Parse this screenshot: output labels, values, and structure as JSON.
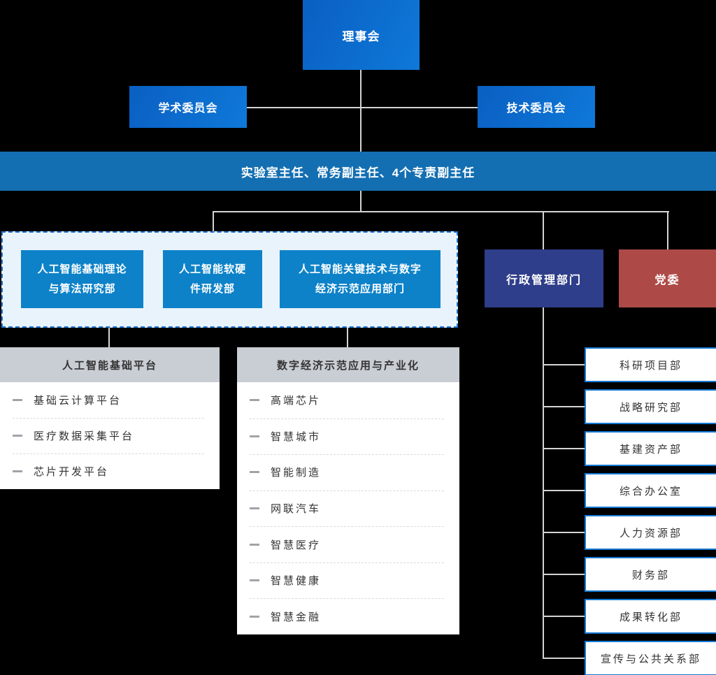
{
  "colors": {
    "background": "#000000",
    "board_gradient_start": "#0a5fc2",
    "board_gradient_end": "#0e79d9",
    "directors_bar_blue": "#146fb2",
    "dept_blue": "#0d82c8",
    "dashed_container_bg": "#e9f3fb",
    "dashed_border_blue": "#1f74d4",
    "admin_navy": "#2f3e8a",
    "party_red": "#ad4a47",
    "panel_header_gray": "#c9cdd4",
    "connector_gray": "#d4d4d4",
    "subdept_border_blue": "#1478d2",
    "text_dark": "#333333"
  },
  "icons": {
    "dash_bullet": "—"
  },
  "board": {
    "label": "理事会"
  },
  "committees": {
    "academic": "学术委员会",
    "technical": "技术委员会"
  },
  "directors_bar": {
    "label": "实验室主任、常务副主任、4个专责副主任"
  },
  "research_depts": [
    {
      "line1": "人工智能基础理论",
      "line2": "与算法研究部"
    },
    {
      "line1": "人工智能软硬",
      "line2": "件研发部"
    },
    {
      "line1": "人工智能关键技术与数字",
      "line2": "经济示范应用部门"
    }
  ],
  "admin_dept": {
    "label": "行政管理部门"
  },
  "party_committee": {
    "label": "党委"
  },
  "platform_panel": {
    "title": "人工智能基础平台",
    "items": [
      "基础云计算平台",
      "医疗数据采集平台",
      "芯片开发平台"
    ]
  },
  "digital_panel": {
    "title": "数字经济示范应用与产业化",
    "items": [
      "高端芯片",
      "智慧城市",
      "智能制造",
      "网联汽车",
      "智慧医疗",
      "智慧健康",
      "智慧金融"
    ]
  },
  "admin_subdepts": [
    "科研项目部",
    "战略研究部",
    "基建资产部",
    "综合办公室",
    "人力资源部",
    "财务部",
    "成果转化部",
    "宣传与公共关系部"
  ]
}
